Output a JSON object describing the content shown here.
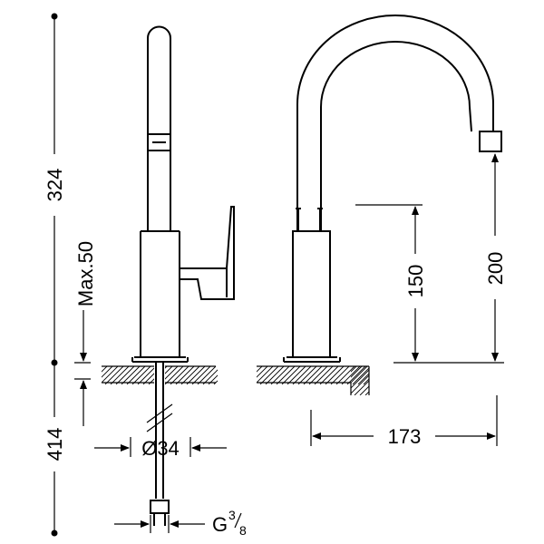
{
  "dimensions": {
    "total_height": "324",
    "lower_length": "414",
    "max_deck": "Max.50",
    "diameter": "Ø34",
    "thread": "G",
    "thread_num": "3",
    "thread_den": "8",
    "spout_height": "200",
    "body_height": "150",
    "spout_reach": "173"
  }
}
